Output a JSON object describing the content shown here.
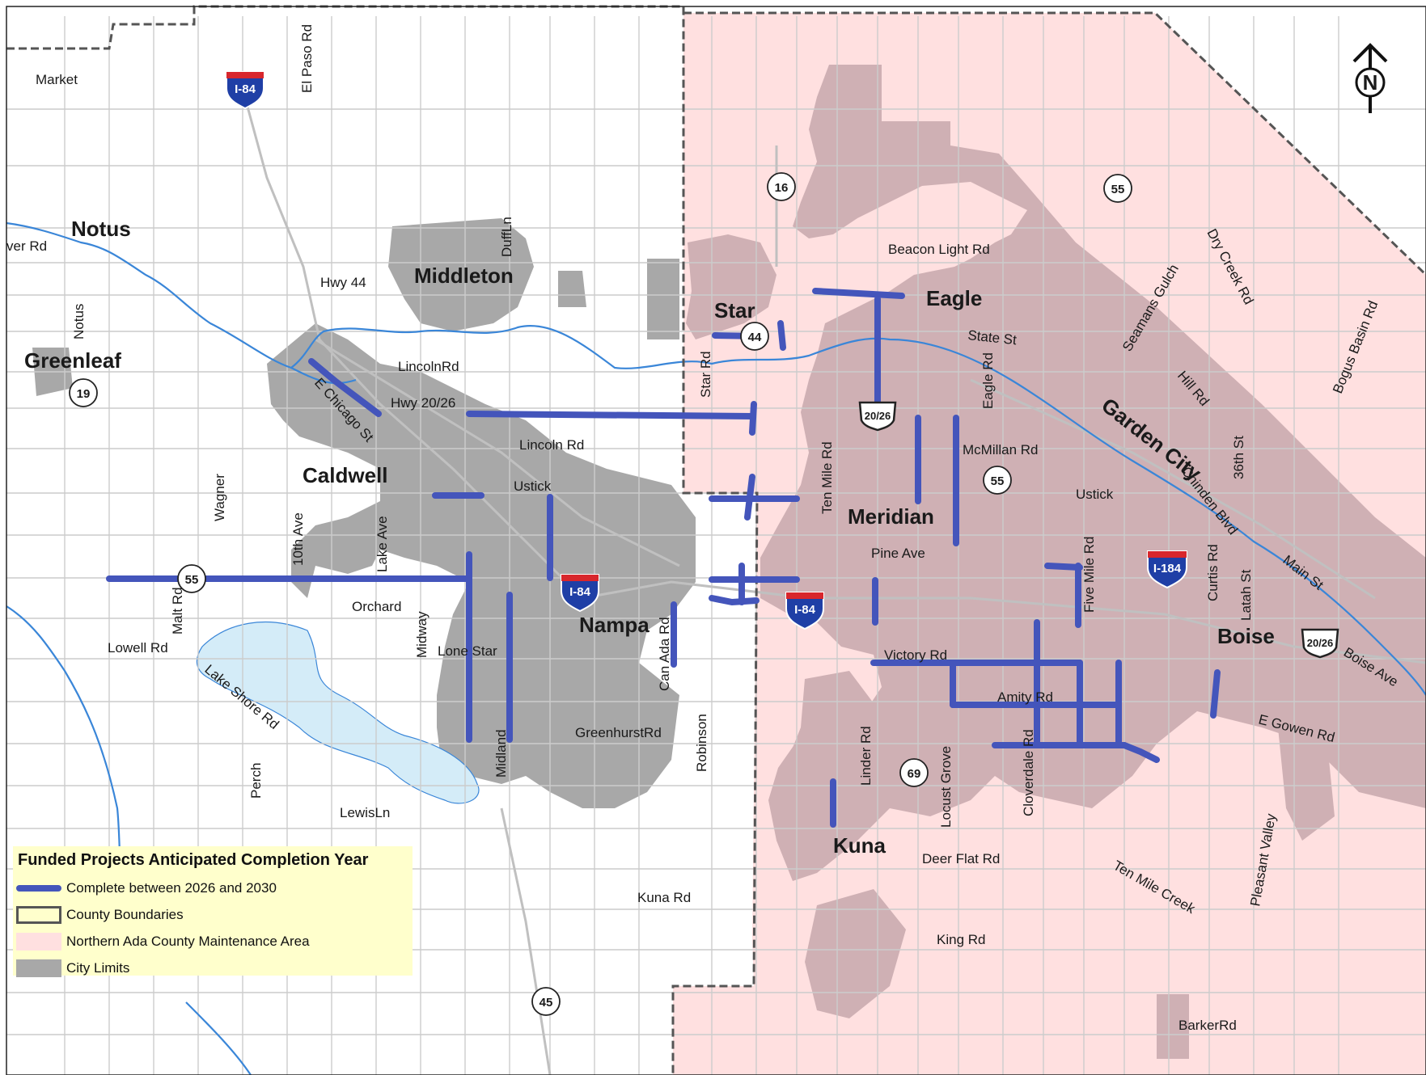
{
  "colors": {
    "project": "#4455bb",
    "maintenance_area": "#ffe0e0",
    "city_limits": "#a8a8a8",
    "city_limits_ada": "#cfb0b4",
    "water": "#d4ecf8",
    "river": "#3a86d8",
    "road": "#cccccc",
    "legend_bg": "#ffffcc"
  },
  "north_arrow": {
    "letter": "N"
  },
  "cities": [
    {
      "id": "notus",
      "label": "Notus"
    },
    {
      "id": "middleton",
      "label": "Middleton"
    },
    {
      "id": "greenleaf",
      "label": "Greenleaf"
    },
    {
      "id": "caldwell",
      "label": "Caldwell"
    },
    {
      "id": "star",
      "label": "Star"
    },
    {
      "id": "eagle",
      "label": "Eagle"
    },
    {
      "id": "meridian",
      "label": "Meridian"
    },
    {
      "id": "nampa",
      "label": "Nampa"
    },
    {
      "id": "garden-city",
      "label": "Garden City"
    },
    {
      "id": "boise",
      "label": "Boise"
    },
    {
      "id": "kuna",
      "label": "Kuna"
    }
  ],
  "roads": [
    {
      "id": "market",
      "label": "Market"
    },
    {
      "id": "el-paso",
      "label": "El Paso Rd"
    },
    {
      "id": "duff",
      "label": "DuffLn"
    },
    {
      "id": "ver",
      "label": "ver Rd"
    },
    {
      "id": "notus-rd",
      "label": "Notus"
    },
    {
      "id": "hwy44",
      "label": "Hwy 44"
    },
    {
      "id": "beacon",
      "label": "Beacon Light Rd"
    },
    {
      "id": "dry-creek",
      "label": "Dry Creek Rd"
    },
    {
      "id": "seamans",
      "label": "Seamans Gulch"
    },
    {
      "id": "bogus",
      "label": "Bogus Basin Rd"
    },
    {
      "id": "state",
      "label": "State St"
    },
    {
      "id": "lincoln1",
      "label": "LincolnRd"
    },
    {
      "id": "e-chicago",
      "label": "E Chicago St"
    },
    {
      "id": "hwy2026",
      "label": "Hwy 20/26"
    },
    {
      "id": "star-rd",
      "label": "Star Rd"
    },
    {
      "id": "eagle-rd",
      "label": "Eagle Rd"
    },
    {
      "id": "hill",
      "label": "Hill Rd"
    },
    {
      "id": "lincoln2",
      "label": "Lincoln Rd"
    },
    {
      "id": "mcmillan",
      "label": "McMillan Rd"
    },
    {
      "id": "36th",
      "label": "36th St"
    },
    {
      "id": "ten-mile",
      "label": "Ten Mile Rd"
    },
    {
      "id": "chinden",
      "label": "Chinden Blvd"
    },
    {
      "id": "ustick1",
      "label": "Ustick"
    },
    {
      "id": "ustick2",
      "label": "Ustick"
    },
    {
      "id": "wagner",
      "label": "Wagner"
    },
    {
      "id": "10th",
      "label": "10th Ave"
    },
    {
      "id": "lake-ave",
      "label": "Lake Ave"
    },
    {
      "id": "pine",
      "label": "Pine Ave"
    },
    {
      "id": "five-mile",
      "label": "Five Mile Rd"
    },
    {
      "id": "curtis",
      "label": "Curtis Rd"
    },
    {
      "id": "latah",
      "label": "Latah St"
    },
    {
      "id": "main",
      "label": "Main St"
    },
    {
      "id": "malt",
      "label": "Malt Rd"
    },
    {
      "id": "orchard",
      "label": "Orchard"
    },
    {
      "id": "midway",
      "label": "Midway"
    },
    {
      "id": "can-ada",
      "label": "Can Ada Rd"
    },
    {
      "id": "lowell",
      "label": "Lowell Rd"
    },
    {
      "id": "lakeshore",
      "label": "Lake Shore Rd"
    },
    {
      "id": "lone-star",
      "label": "Lone Star"
    },
    {
      "id": "victory",
      "label": "Victory Rd"
    },
    {
      "id": "boise-ave",
      "label": "Boise Ave"
    },
    {
      "id": "amity",
      "label": "Amity Rd"
    },
    {
      "id": "e-gowen",
      "label": "E Gowen Rd"
    },
    {
      "id": "greenhurst",
      "label": "GreenhurstRd"
    },
    {
      "id": "robinson",
      "label": "Robinson"
    },
    {
      "id": "midland",
      "label": "Midland"
    },
    {
      "id": "linder",
      "label": "Linder Rd"
    },
    {
      "id": "locust",
      "label": "Locust Grove"
    },
    {
      "id": "cloverdale",
      "label": "Cloverdale Rd"
    },
    {
      "id": "perch",
      "label": "Perch"
    },
    {
      "id": "lewis",
      "label": "LewisLn"
    },
    {
      "id": "deer-flat",
      "label": "Deer Flat Rd"
    },
    {
      "id": "ten-mile-creek",
      "label": "Ten Mile Creek"
    },
    {
      "id": "pleasant-valley",
      "label": "Pleasant Valley"
    },
    {
      "id": "kuna-rd",
      "label": "Kuna Rd"
    },
    {
      "id": "king",
      "label": "King Rd"
    },
    {
      "id": "barker",
      "label": "BarkerRd"
    }
  ],
  "route_shields": [
    {
      "id": "i84-a",
      "type": "interstate",
      "label": "I-84"
    },
    {
      "id": "i84-b",
      "type": "interstate",
      "label": "I-84"
    },
    {
      "id": "i84-c",
      "type": "interstate",
      "label": "I-84"
    },
    {
      "id": "i184",
      "type": "interstate",
      "label": "I-184"
    },
    {
      "id": "us2026-a",
      "type": "us",
      "label": "20/26"
    },
    {
      "id": "us2026-b",
      "type": "us",
      "label": "20/26"
    },
    {
      "id": "sh16",
      "type": "state",
      "label": "16"
    },
    {
      "id": "sh55-a",
      "type": "state",
      "label": "55"
    },
    {
      "id": "sh55-b",
      "type": "state",
      "label": "55"
    },
    {
      "id": "sh55-c",
      "type": "state",
      "label": "55"
    },
    {
      "id": "sh44",
      "type": "state",
      "label": "44"
    },
    {
      "id": "sh19",
      "type": "state",
      "label": "19"
    },
    {
      "id": "sh69",
      "type": "state",
      "label": "69"
    },
    {
      "id": "sh45",
      "type": "state",
      "label": "45"
    }
  ],
  "legend": {
    "title": "Funded Projects Anticipated Completion Year",
    "items": [
      {
        "swatch": "line",
        "label": "Complete between 2026 and 2030"
      },
      {
        "swatch": "county",
        "label": "County Boundaries"
      },
      {
        "swatch": "pink",
        "label": "Northern Ada County Maintenance Area"
      },
      {
        "swatch": "gray",
        "label": "City Limits"
      }
    ]
  }
}
